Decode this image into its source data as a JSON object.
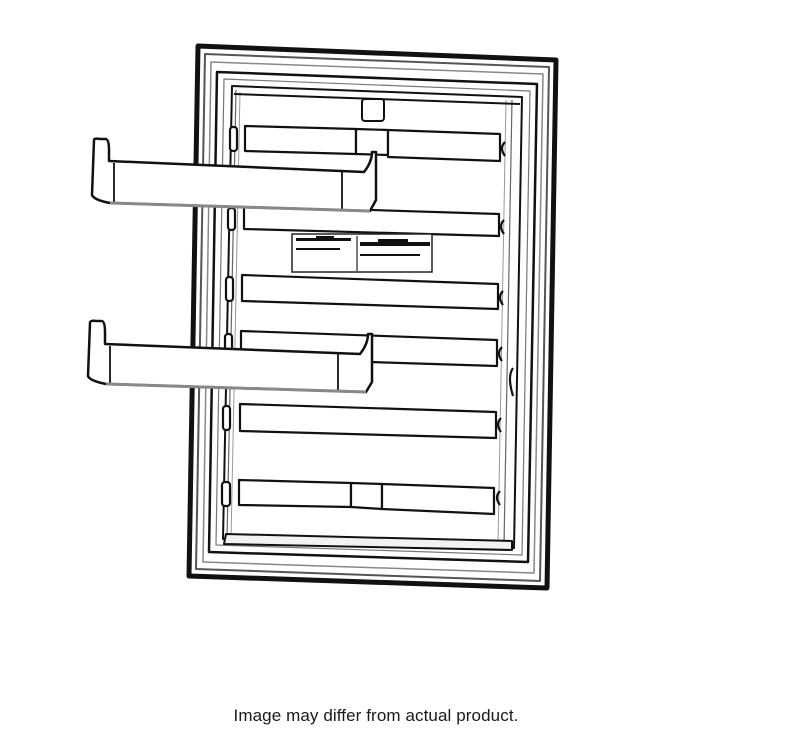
{
  "figure": {
    "subject": "refrigerator door liner with shelves and bins",
    "caption": "Image may differ from actual product.",
    "parts": {
      "door_frame": "door-frame",
      "shelves_count": 6,
      "door_bins_count": 2,
      "label_panel": "label-plate"
    },
    "colors": {
      "line": "#111111",
      "fill": "#ffffff",
      "shade": "#cfcfcf"
    }
  }
}
